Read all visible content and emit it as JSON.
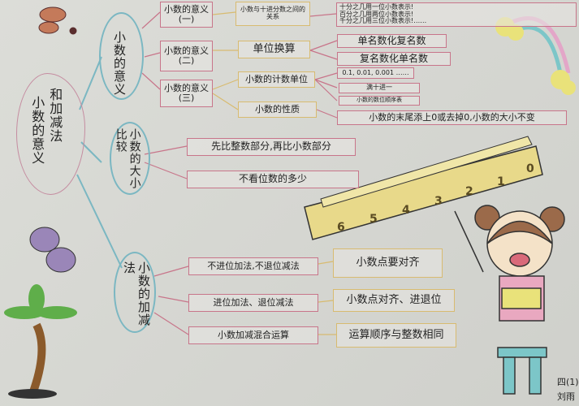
{
  "center": {
    "line1": "小数的意义",
    "line2": "和加减法"
  },
  "branches": [
    {
      "title": "小数的意义",
      "subs": [
        {
          "label": "小数的意义(一)",
          "topic": "小数与十进分数之间的关系",
          "details": [
            "十分之几用一位小数表示!",
            "百分之几用两位小数表示!",
            "千分之几用三位小数表示!……"
          ]
        },
        {
          "label": "小数的意义(二)",
          "topic": "单位换算",
          "details": [
            "单名数化复名数",
            "复名数化单名数"
          ]
        },
        {
          "label": "小数的意义(三)",
          "topics": [
            {
              "topic": "小数的计数单位",
              "details": [
                "0.1, 0.01, 0.001 ……",
                "满十进一",
                "小数的数位顺序表"
              ]
            },
            {
              "topic": "小数的性质",
              "details": [
                "小数的末尾添上0或去掉0,小数的大小不变"
              ]
            }
          ]
        }
      ]
    },
    {
      "title": "小数的大小比较",
      "details": [
        "先比整数部分,再比小数部分",
        "不看位数的多少"
      ]
    },
    {
      "title": "小数的加减法",
      "pairs": [
        {
          "method": "不进位加法,不退位减法",
          "rule": "小数点要对齐"
        },
        {
          "method": "进位加法、退位减法",
          "rule": "小数点对齐、进退位"
        },
        {
          "method": "小数加减混合运算",
          "rule": "运算顺序与整数相同"
        }
      ]
    }
  ],
  "ruler": {
    "numbers": [
      "6",
      "5",
      "4",
      "3",
      "2",
      "1",
      "0"
    ]
  },
  "signature": {
    "class": "四(1)",
    "name": "刘雨"
  },
  "colors": {
    "paper": "#d6d7d2",
    "pink_border": "#c8758a",
    "yellow_border": "#d8bb70",
    "blue_line": "#7bb7c2",
    "ruler": "#e8d98a",
    "rainbow": [
      "#e3a6c8",
      "#7cc6c8"
    ]
  }
}
